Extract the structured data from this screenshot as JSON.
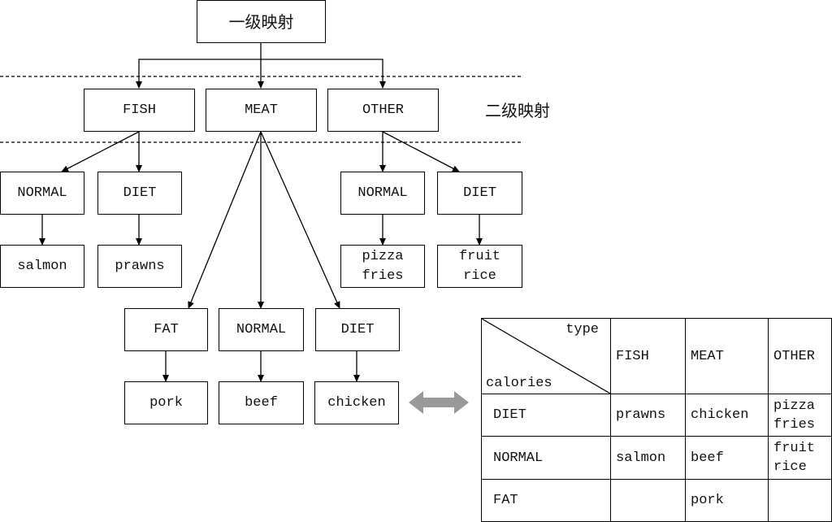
{
  "title": "一级映射",
  "level2_label": "二级映射",
  "categories": {
    "fish": "FISH",
    "meat": "MEAT",
    "other": "OTHER"
  },
  "calories": {
    "fish_normal": "NORMAL",
    "fish_diet": "DIET",
    "meat_fat": "FAT",
    "meat_normal": "NORMAL",
    "meat_diet": "DIET",
    "other_normal": "NORMAL",
    "other_diet": "DIET"
  },
  "foods": {
    "fish_normal": "salmon",
    "fish_diet": "prawns",
    "meat_fat": "pork",
    "meat_normal": "beef",
    "meat_diet": "chicken",
    "other_normal": "pizza\nfries",
    "other_diet": "fruit\nrice"
  },
  "table": {
    "corner_top": "type",
    "corner_bottom": "calories",
    "columns": [
      "FISH",
      "MEAT",
      "OTHER"
    ],
    "rows": [
      {
        "label": "DIET",
        "cells": [
          "prawns",
          "chicken",
          "pizza\nfries"
        ]
      },
      {
        "label": "NORMAL",
        "cells": [
          "salmon",
          "beef",
          "fruit\nrice"
        ]
      },
      {
        "label": "FAT",
        "cells": [
          "",
          "pork",
          ""
        ]
      }
    ]
  },
  "colors": {
    "line": "#000000",
    "double_arrow": "#999999"
  }
}
